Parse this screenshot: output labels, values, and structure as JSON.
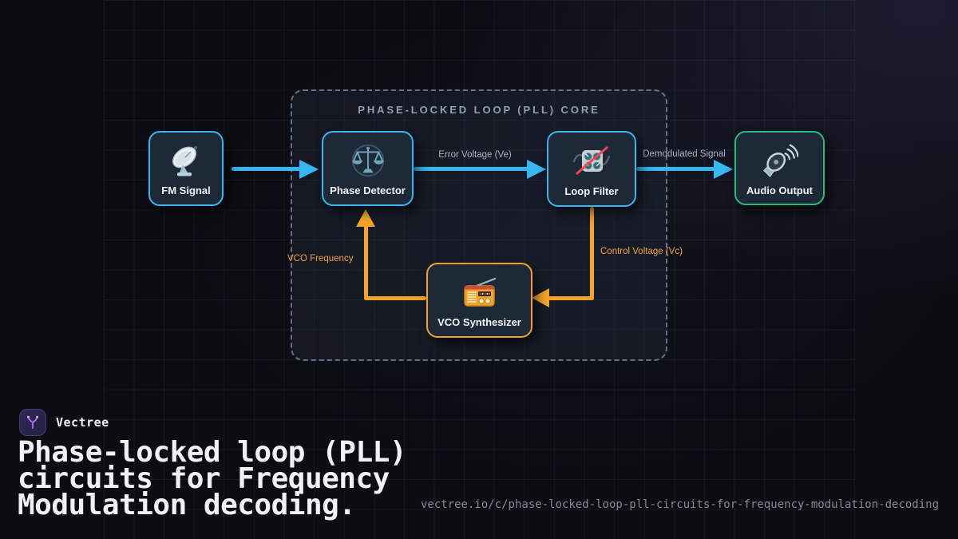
{
  "colors": {
    "background": "#0c0d13",
    "signal_cyan": "#35b7ef",
    "feedback_orange": "#f6a426",
    "output_green": "#2bb97b",
    "vco_border_orange": "#f0a02c",
    "node_fill": "#1d2937",
    "core_title_gray": "#8da0b5",
    "edge_label_gray": "#a8b5c5",
    "title_white": "#eef1f5",
    "url_gray": "#858a94",
    "logo_purple": "#b671f5"
  },
  "pll_core": {
    "title": "PHASE-LOCKED LOOP (PLL) CORE"
  },
  "nodes": [
    {
      "id": "fm-signal",
      "label": "FM Signal",
      "icon": "satellite-dish-icon",
      "border": "cyan"
    },
    {
      "id": "phase-detector",
      "label": "Phase Detector",
      "icon": "balance-scale-icon",
      "border": "cyan"
    },
    {
      "id": "loop-filter",
      "label": "Loop Filter",
      "icon": "control-knobs-icon",
      "border": "cyan"
    },
    {
      "id": "audio-output",
      "label": "Audio Output",
      "icon": "speaker-icon",
      "border": "green"
    },
    {
      "id": "vco-synthesizer",
      "label": "VCO Synthesizer",
      "icon": "radio-icon",
      "border": "orange"
    }
  ],
  "edges": [
    {
      "from": "phase-detector",
      "to": "loop-filter",
      "label": "Error Voltage (Ve)",
      "color": "cyan"
    },
    {
      "from": "loop-filter",
      "to": "audio-output",
      "label": "Demodulated Signal",
      "color": "cyan"
    },
    {
      "from": "loop-filter",
      "to": "vco-synthesizer",
      "label": "Control Voltage (Vc)",
      "color": "orange"
    },
    {
      "from": "vco-synthesizer",
      "to": "phase-detector",
      "label": "VCO Frequency",
      "color": "orange"
    }
  ],
  "footer": {
    "brand": "Vectree",
    "logo_icon": "vectree-logo-icon",
    "title_lines": [
      "Phase-locked loop (PLL)",
      "circuits for Frequency",
      "Modulation decoding."
    ],
    "url": "vectree.io/c/phase-locked-loop-pll-circuits-for-frequency-modulation-decoding"
  }
}
